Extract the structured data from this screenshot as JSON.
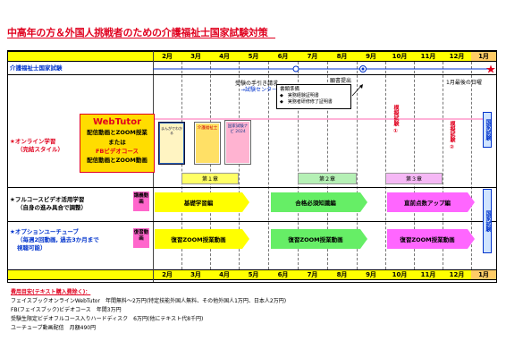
{
  "title": "中高年の方＆外国人挑戦者のための介護福祉士国家試験対策",
  "months": [
    "2月",
    "3月",
    "4月",
    "5月",
    "6月",
    "7月",
    "8月",
    "9月",
    "10月",
    "11月",
    "12月",
    "1月"
  ],
  "rows": {
    "exam": "介護福祉士国家試験",
    "online": "★オンライン学習",
    "online_sub": "（完結スタイル）",
    "fullcourse": "★フルコースビデオ活用学習",
    "fullcourse_sub": "（自身の進み具合で調整）",
    "youtube": "★オプションユーチューブ",
    "youtube_sub1": "（毎週2回動画, 過去3か月まで",
    "youtube_sub2": "視聴可能）"
  },
  "webtutor": {
    "title": "WebTutor",
    "line1": "配信動画とZOOM授業",
    "line2": "または",
    "line3": "FBビデオコース",
    "line4": "配信動画とZOOM動画"
  },
  "books": [
    "まんがでわかる",
    "介護福祉士",
    "国家試験ナビ 2024"
  ],
  "annotations": {
    "application": "受験の手引き請求",
    "application2": "→試験センターへ",
    "submit": "願書提出",
    "jan_exam": "1月最後の日曜",
    "docs_title": "書類準備",
    "docs_1": "◆　実務経験証明書",
    "docs_2": "◆　実務者研修修了証明書"
  },
  "mock_exams": [
    "模擬試験 ①",
    "模擬試験 ②"
  ],
  "national_exam": "国家試験",
  "chapters": [
    "第１章",
    "第２章",
    "第３章"
  ],
  "badges": {
    "lecture": "講義動画",
    "review": "復習動画"
  },
  "phases": [
    "基礎学習編",
    "合格必須知識編",
    "直前点数アップ編"
  ],
  "review": [
    "復習ZOOM授業動画",
    "復習ZOOM授業動画",
    "復習ZOOM授業動画"
  ],
  "costs": {
    "heading": "費用目安(テキスト購入費除く)：",
    "line1": "フェイスブックオンラインWebTutor　年間無料～2万円(特定技能外国人無料、その他外国人1万円、日本人2万円)",
    "line2": "FB(フェイスブック)ビデオコース　年間3万円",
    "line3": "受験生限定ビデオフルコース入りハードディスク　6万円(他にテキスト代8千円)",
    "line4": "ユーチューブ動画配信　月額490円"
  }
}
